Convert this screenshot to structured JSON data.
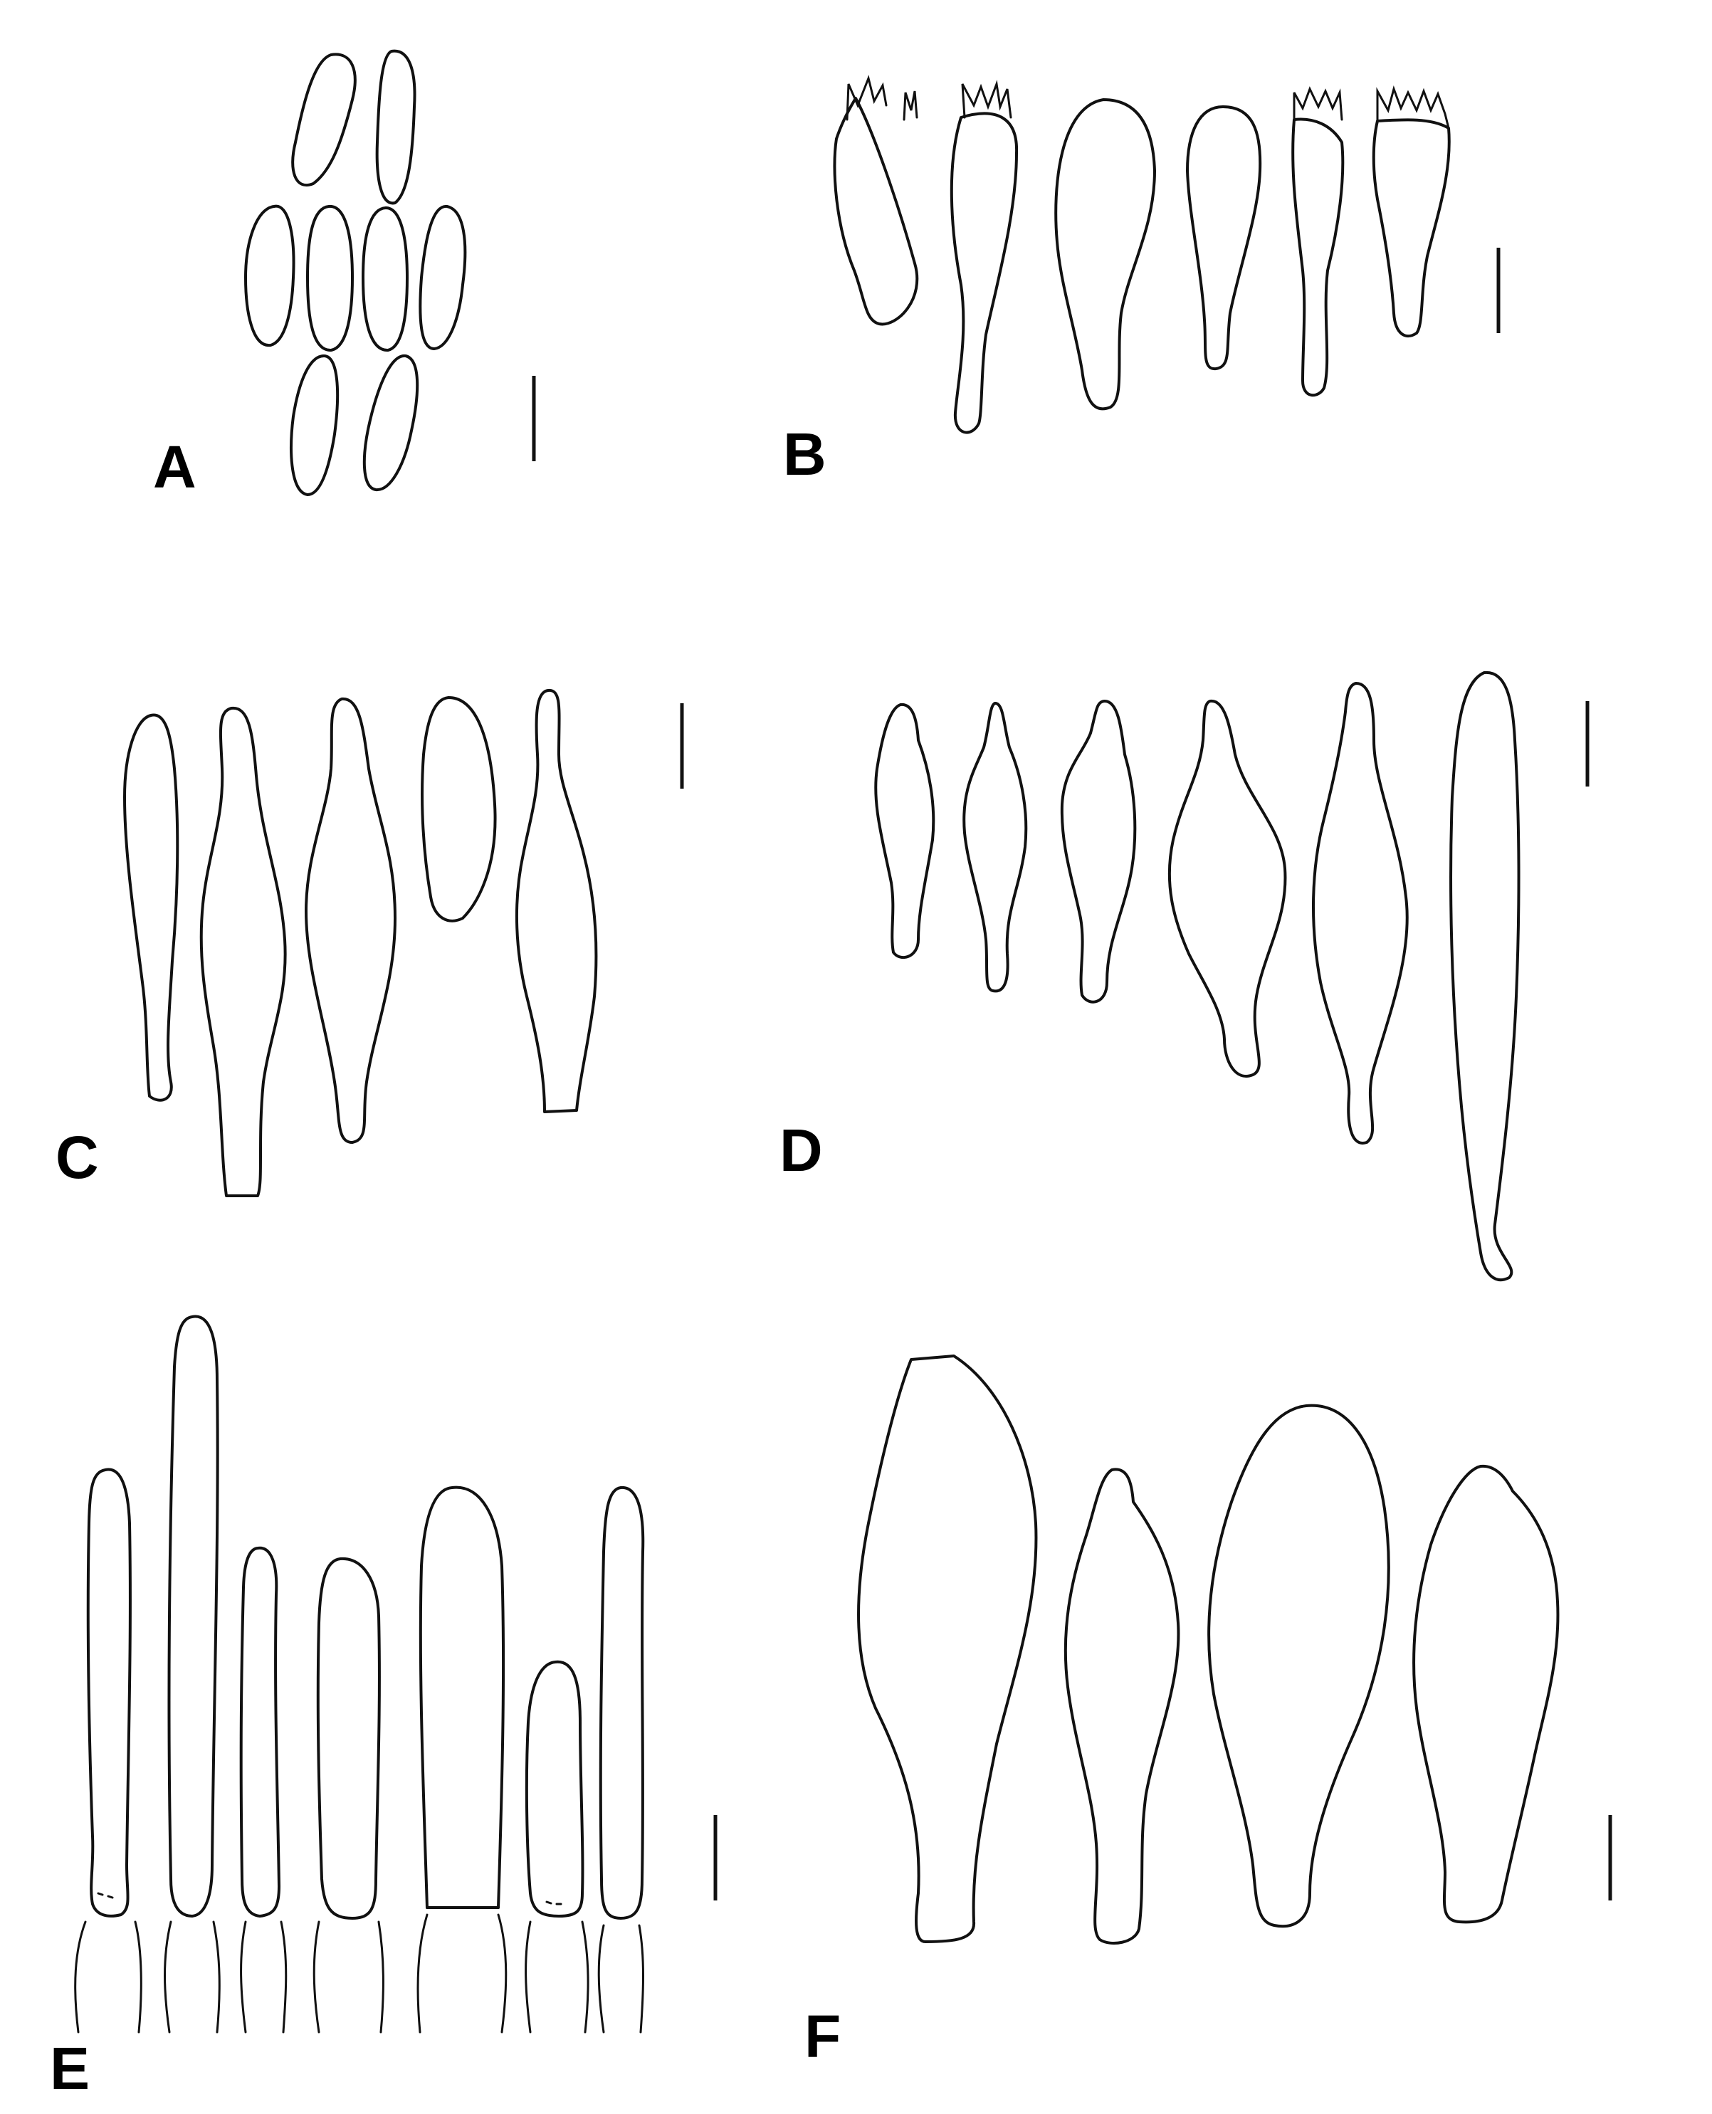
{
  "figure": {
    "panels": [
      {
        "id": "A",
        "label": "A"
      },
      {
        "id": "B",
        "label": "B"
      },
      {
        "id": "C",
        "label": "C"
      },
      {
        "id": "D",
        "label": "D"
      },
      {
        "id": "E",
        "label": "E"
      },
      {
        "id": "F",
        "label": "F"
      }
    ]
  },
  "style": {
    "ink": "#111111",
    "background": "#ffffff"
  }
}
